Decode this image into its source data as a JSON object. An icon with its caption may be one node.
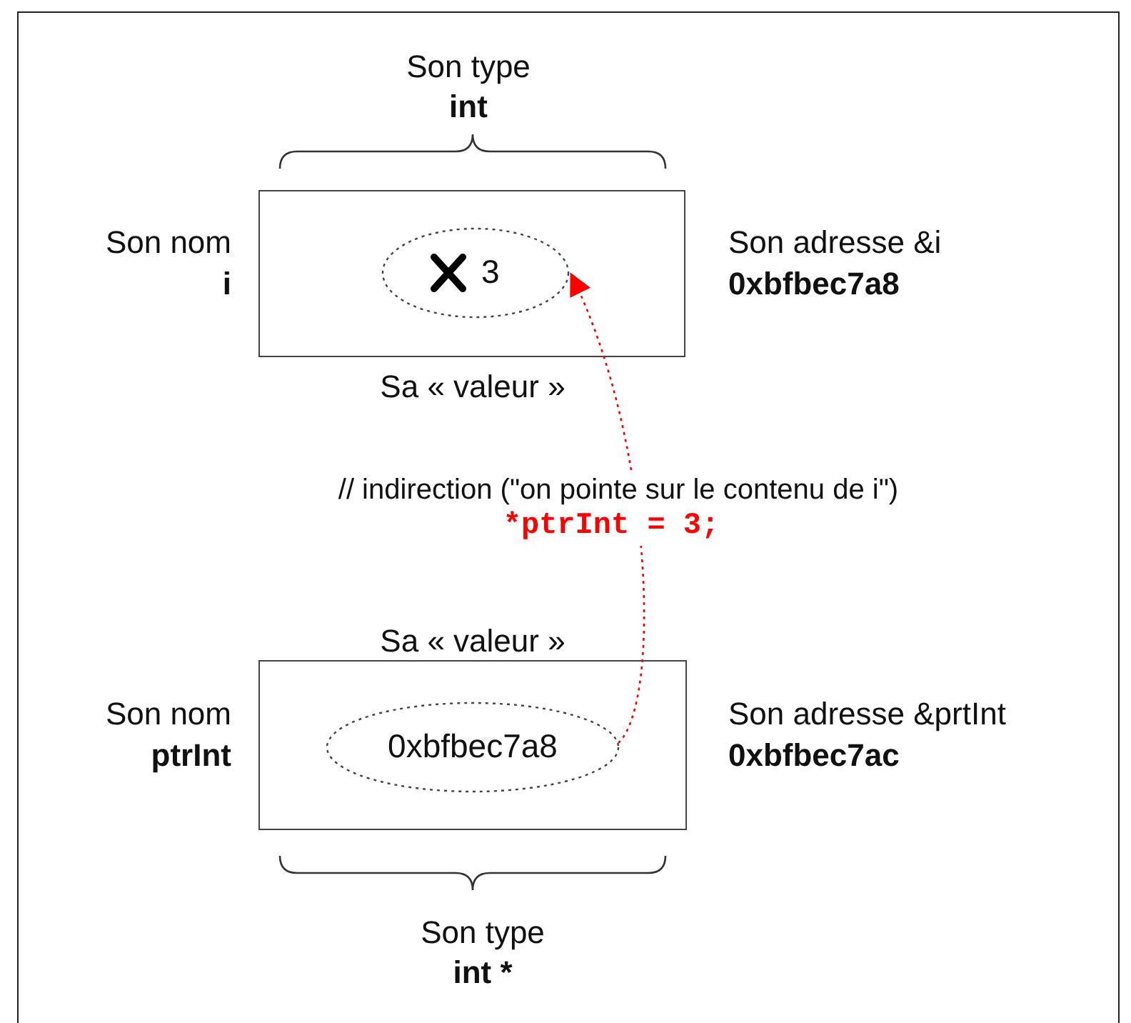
{
  "diagram": {
    "nodes": [
      {
        "text": [],
        "shape": "box"
      },
      {
        "text": [
          "3"
        ],
        "in": 0
      },
      {
        "text": [],
        "shape": "box"
      },
      {
        "text": [
          "0xbfbec7a8"
        ],
        "in": 2
      }
    ],
    "edges": [
      {
        "from": 3,
        "to": 1,
        "arrow": "to",
        "style": "dashed",
        "color": "#ff0000"
      }
    ],
    "labels": [
      "Son type",
      "int",
      "Son nom",
      "i",
      "Son adresse &i",
      "0xbfbec7a8",
      "Sa « valeur »",
      "// indirection (\"on pointe sur le contenu de i\")",
      "*ptrInt = 3;",
      "Sa « valeur »",
      "Son nom",
      "ptrInt",
      "Son adresse &prtInt",
      "0xbfbec7ac",
      "Son type",
      "int *"
    ]
  }
}
